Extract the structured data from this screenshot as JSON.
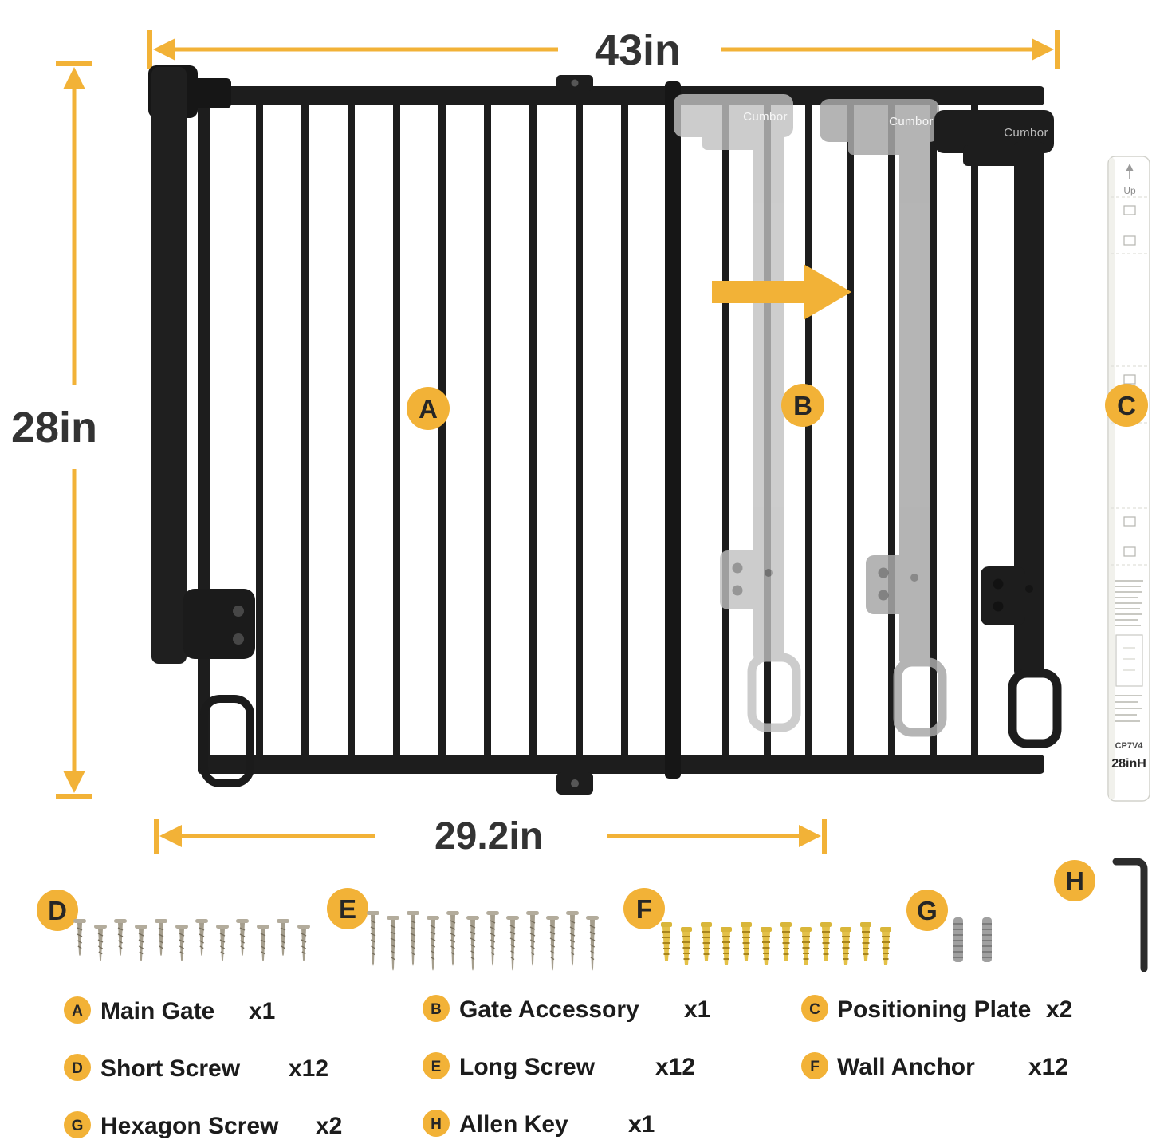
{
  "colors": {
    "accent": "#F2B237",
    "gate_black": "#1d1d1d",
    "ghost_gray": "#bdbdbd",
    "background": "#ffffff"
  },
  "dimensions": {
    "top": "43in",
    "left": "28in",
    "bottom": "29.2in"
  },
  "brand": "Cumbor",
  "plate": {
    "up": "Up",
    "code": "CP7V4",
    "height": "28inH"
  },
  "legend": [
    {
      "letter": "A",
      "name": "Main Gate",
      "qty": "x1"
    },
    {
      "letter": "B",
      "name": "Gate Accessory",
      "qty": "x1"
    },
    {
      "letter": "C",
      "name": "Positioning Plate",
      "qty": "x2"
    },
    {
      "letter": "D",
      "name": "Short Screw",
      "qty": "x12"
    },
    {
      "letter": "E",
      "name": "Long Screw",
      "qty": "x12"
    },
    {
      "letter": "F",
      "name": "Wall Anchor",
      "qty": "x12"
    },
    {
      "letter": "G",
      "name": "Hexagon Screw",
      "qty": "x2"
    },
    {
      "letter": "H",
      "name": "Allen Key",
      "qty": "x1"
    }
  ]
}
